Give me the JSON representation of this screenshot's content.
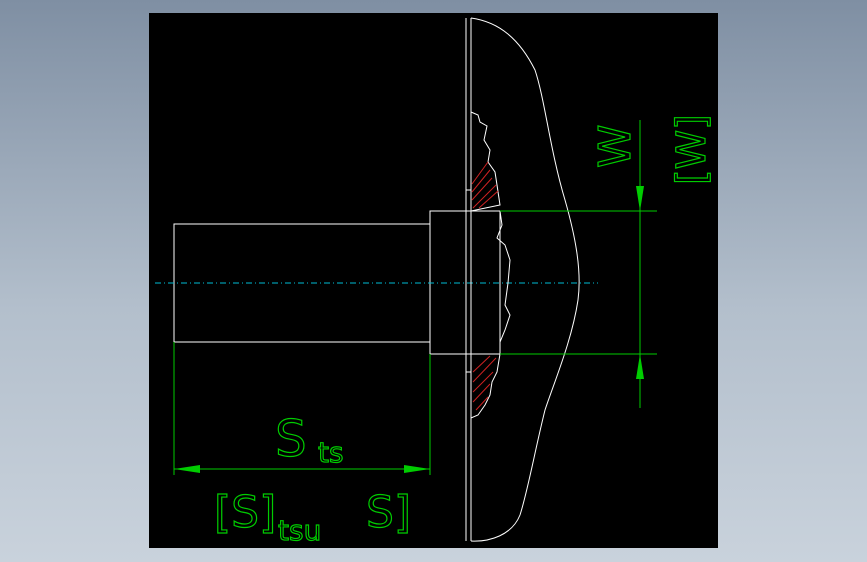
{
  "colors": {
    "background_outer": "#9aa8b8",
    "drawing_area": "#000000",
    "outline": "#ffffff",
    "dimension": "#00cc00",
    "centerline": "#00bcd4",
    "hatch": "#cc2222"
  },
  "dimensions": {
    "length_label_main": "S",
    "length_label_sub": "ts",
    "length_label_alt_prefix": "[S]",
    "length_label_alt_sub": "tsu",
    "length_label_alt_suffix": "S]",
    "height_label": "W",
    "height_label_alt": "[W]"
  }
}
